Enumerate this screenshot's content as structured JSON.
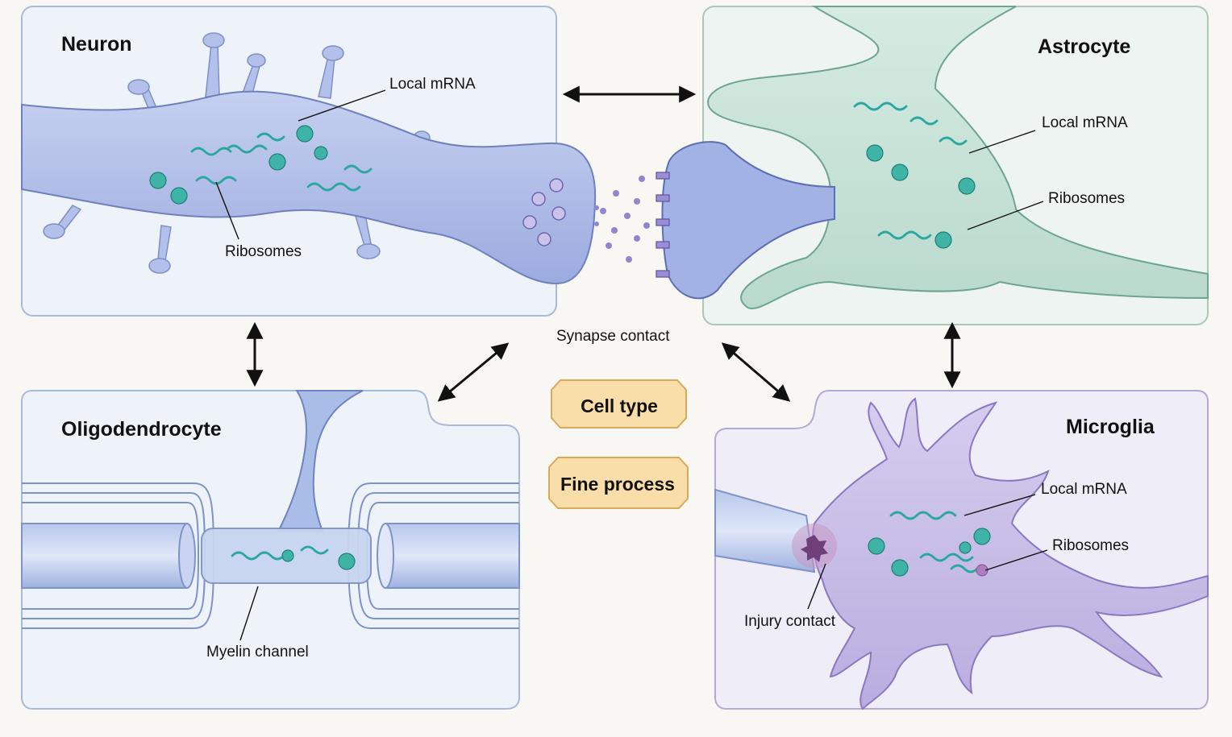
{
  "panels": {
    "neuron": {
      "title": "Neuron",
      "local_mrna": "Local mRNA",
      "ribosomes": "Ribosomes",
      "color": "#eef3fa"
    },
    "astrocyte": {
      "title": "Astrocyte",
      "local_mrna": "Local mRNA",
      "ribosomes": "Ribosomes",
      "color": "#edf4f1"
    },
    "oligodendrocyte": {
      "title": "Oligodendrocyte",
      "myelin_channel": "Myelin channel",
      "color": "#eef3fa"
    },
    "microglia": {
      "title": "Microglia",
      "local_mrna": "Local mRNA",
      "ribosomes": "Ribosomes",
      "injury_contact": "Injury contact",
      "color": "#efedf7"
    }
  },
  "center": {
    "synapse_contact": "Synapse contact",
    "legend": [
      "Cell type",
      "Fine process"
    ],
    "legend_color": "#f9deaa"
  },
  "colors": {
    "neuron": "#a9b8e6",
    "astrocyte": "#c9e2d8",
    "microglia": "#c8bde6",
    "mrna": "#2aa7a0",
    "ribosome": "#3fb3a6"
  }
}
